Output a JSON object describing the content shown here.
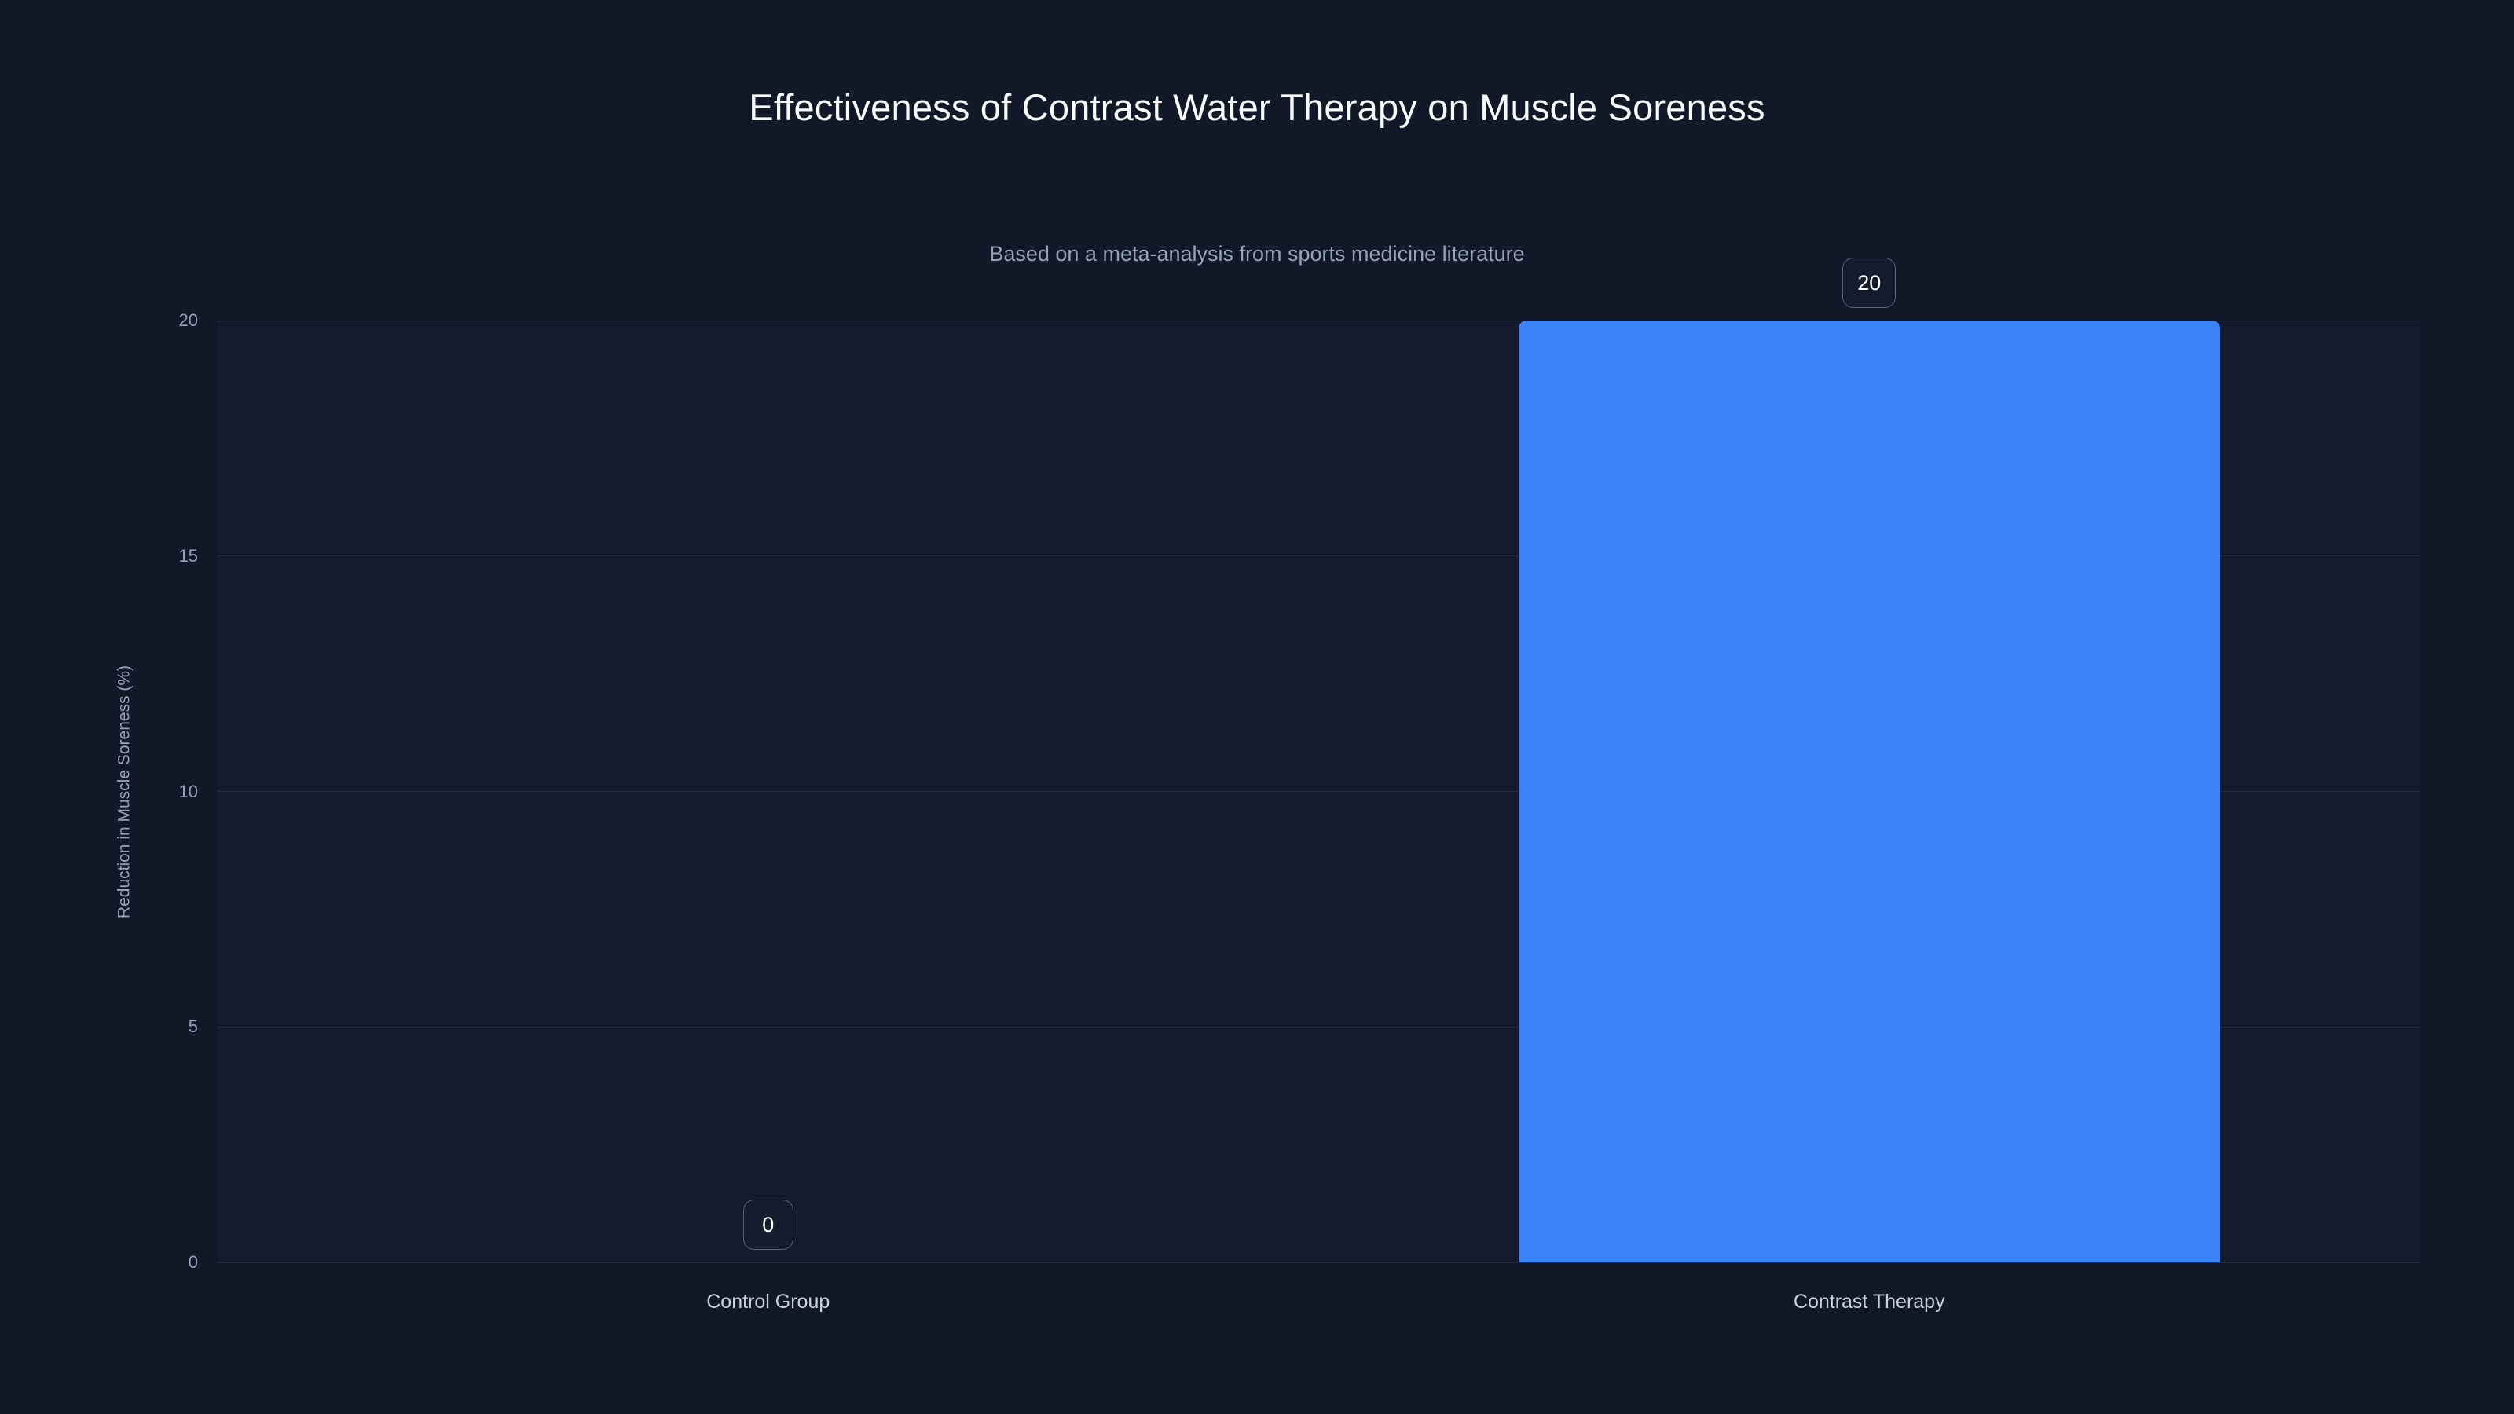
{
  "chart_data": {
    "type": "bar",
    "title": "Effectiveness of Contrast Water Therapy on Muscle Soreness",
    "subtitle": "Based on a meta-analysis from sports medicine literature",
    "xlabel": "",
    "ylabel": "Reduction in Muscle Soreness (%)",
    "categories": [
      "Control Group",
      "Contrast Therapy"
    ],
    "values": [
      0,
      20
    ],
    "value_labels": [
      "0",
      "20"
    ],
    "ylim": [
      0,
      20
    ],
    "yticks": [
      0,
      5,
      10,
      15,
      20
    ],
    "ytick_labels": [
      "0",
      "5",
      "10",
      "15",
      "20"
    ],
    "grid": true,
    "legend": false,
    "legend_position": "none",
    "bar_color": "#3b82f6",
    "background_color": "#111827",
    "plot_background_color": "#131b2c",
    "gridline_color": "#242d41",
    "title_color": "#f8fafc",
    "subtitle_color": "#94a3b8",
    "tick_color": "#94a3b8",
    "category_label_color": "#c7d2e1",
    "value_badge_text_color": "#ffffff",
    "value_badge_border_color": "#5b6478"
  }
}
